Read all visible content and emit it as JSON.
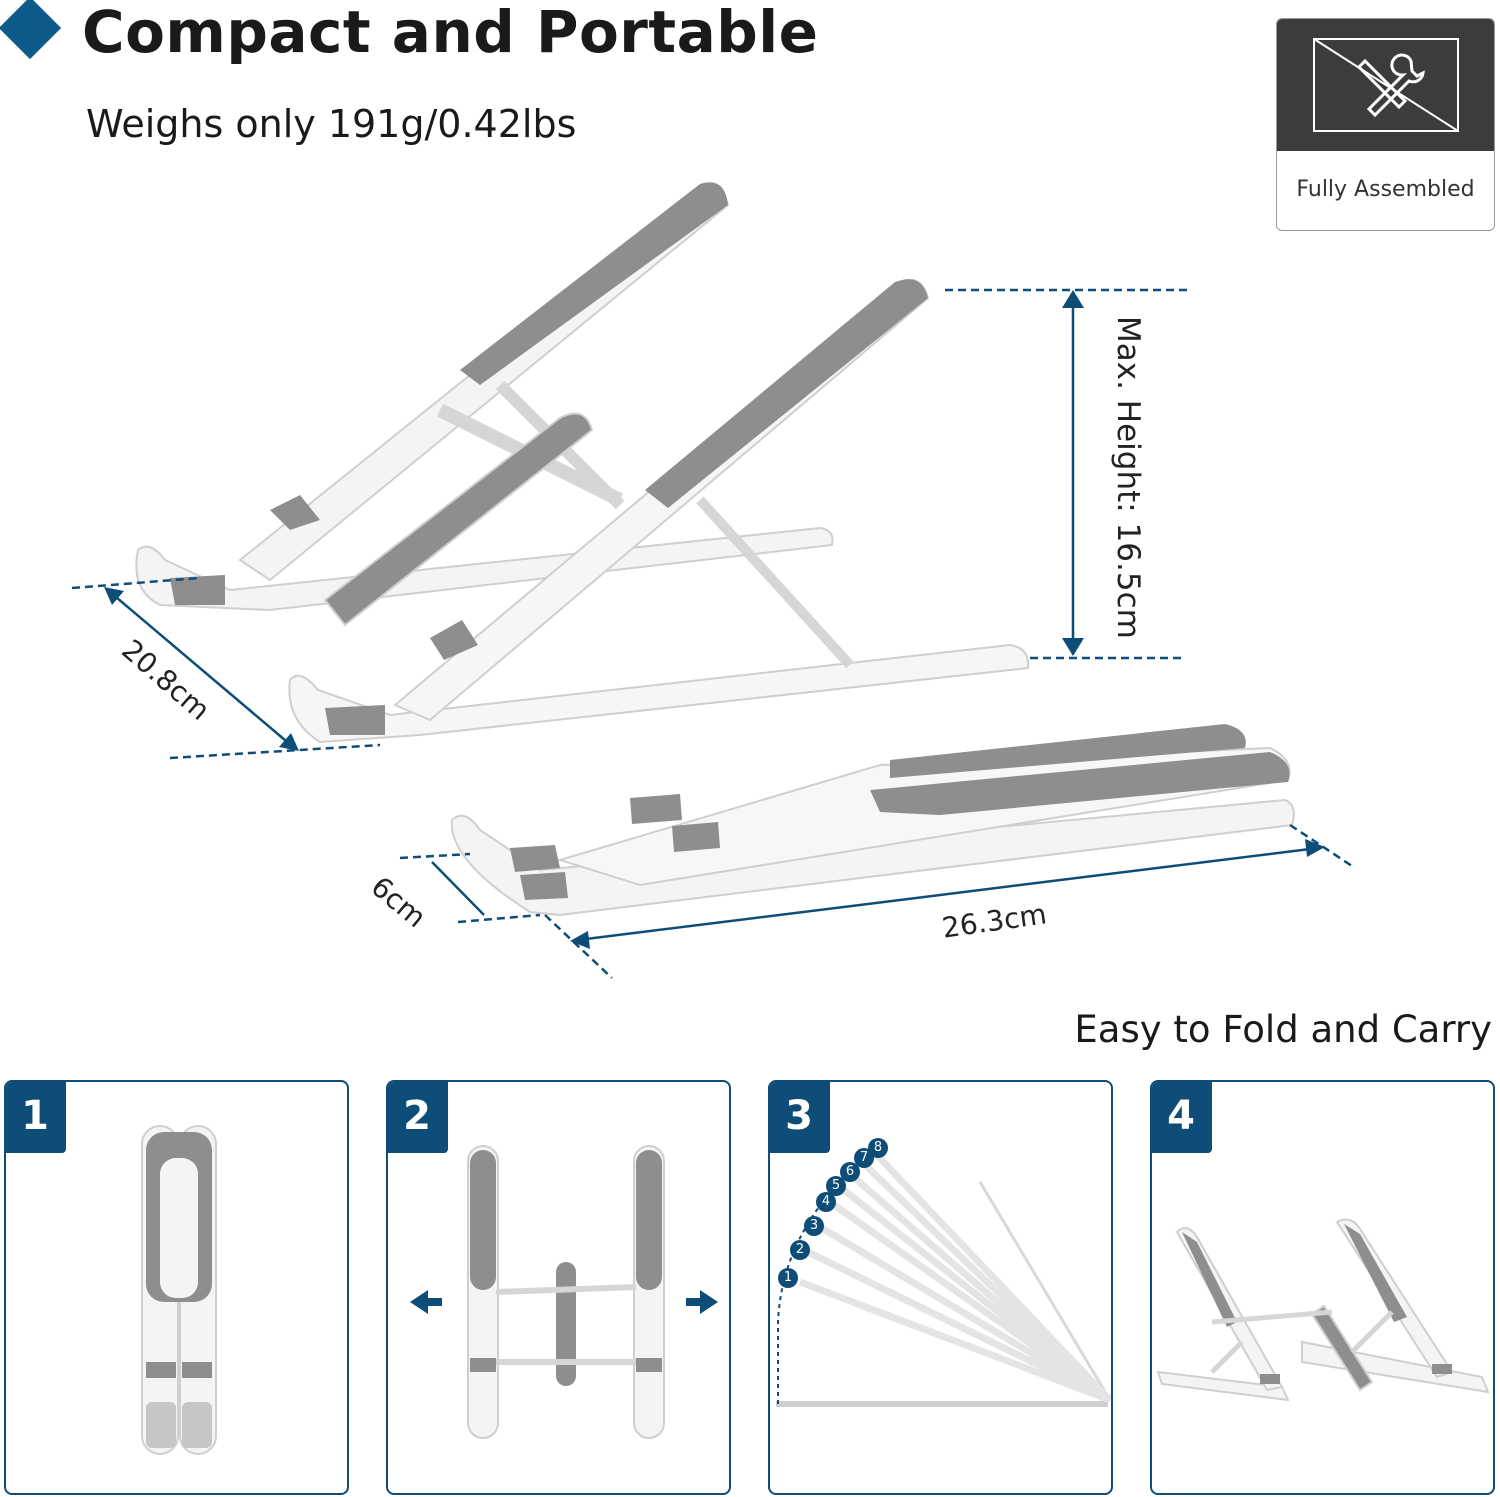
{
  "header": {
    "title": "Compact and Portable",
    "subtitle": "Weighs only 191g/0.42lbs"
  },
  "badge": {
    "label": "Fully Assembled",
    "icon": "no-tools-icon"
  },
  "dimensions": {
    "height": "Max. Height: 16.5cm",
    "depth": "20.8cm",
    "folded_thickness": "6cm",
    "length": "26.3cm"
  },
  "fold": {
    "caption": "Easy to Fold and Carry",
    "steps": [
      {
        "number": "1"
      },
      {
        "number": "2"
      },
      {
        "number": "3",
        "levels": [
          "1",
          "2",
          "3",
          "4",
          "5",
          "6",
          "7",
          "8"
        ]
      },
      {
        "number": "4"
      }
    ]
  },
  "colors": {
    "accent": "#0e4d77",
    "badge_dark": "#3c3c3c",
    "pad_gray": "#8e8e8e",
    "stand_white": "#f4f4f4"
  }
}
